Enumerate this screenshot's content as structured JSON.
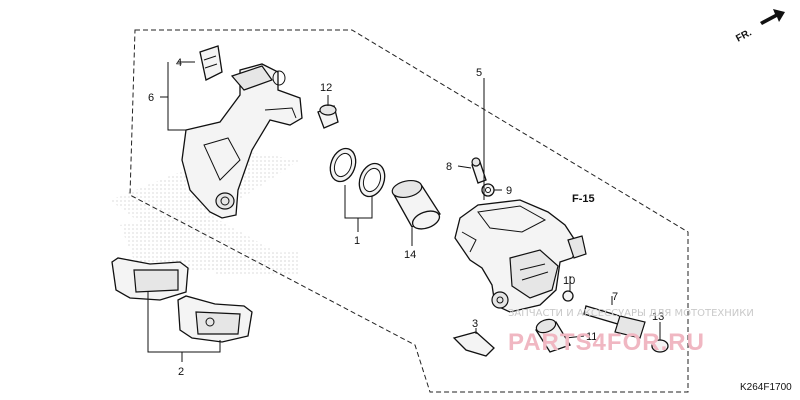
{
  "diagram": {
    "callouts": {
      "p1": "1",
      "p2": "2",
      "p3": "3",
      "p4": "4",
      "p5": "5",
      "p6": "6",
      "p7": "7",
      "p8": "8",
      "p9": "9",
      "p10": "10",
      "p11": "11",
      "p12": "12",
      "p13": "13",
      "p14": "14"
    },
    "reference": "F-15",
    "direction_label": "FR.",
    "drawing_code": "K264F1700"
  },
  "watermark": {
    "tagline": "ЗАПЧАСТИ И АКСЕССУАРЫ ДЛЯ МОТОТЕХНИКИ",
    "brand": "PARTS4FOR.RU"
  },
  "colors": {
    "line": "#111111",
    "watermark_text": "#c9c9c9",
    "watermark_brand": "#f0b7c2",
    "background": "#ffffff"
  }
}
